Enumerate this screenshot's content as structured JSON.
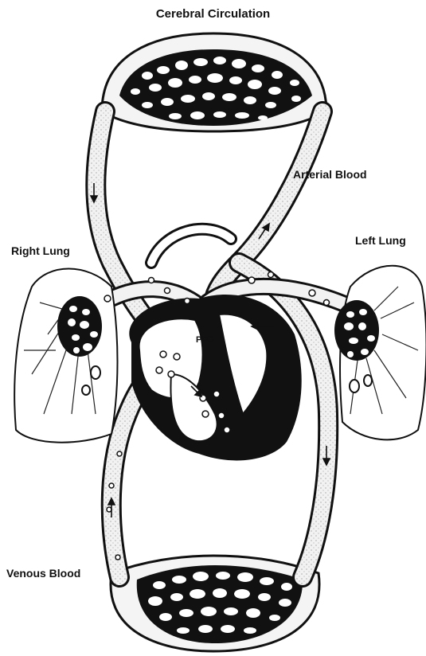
{
  "labels": {
    "cerebral": "Cerebral Circulation",
    "arterial": "Arterial Blood",
    "right_lung": "Right Lung",
    "left_lung": "Left Lung",
    "pfo": "PFO",
    "venous": "Venous Blood"
  },
  "colors": {
    "ink": "#111111",
    "vessel_fill": "#f2f2f2",
    "chamber_fill": "#ffffff"
  }
}
